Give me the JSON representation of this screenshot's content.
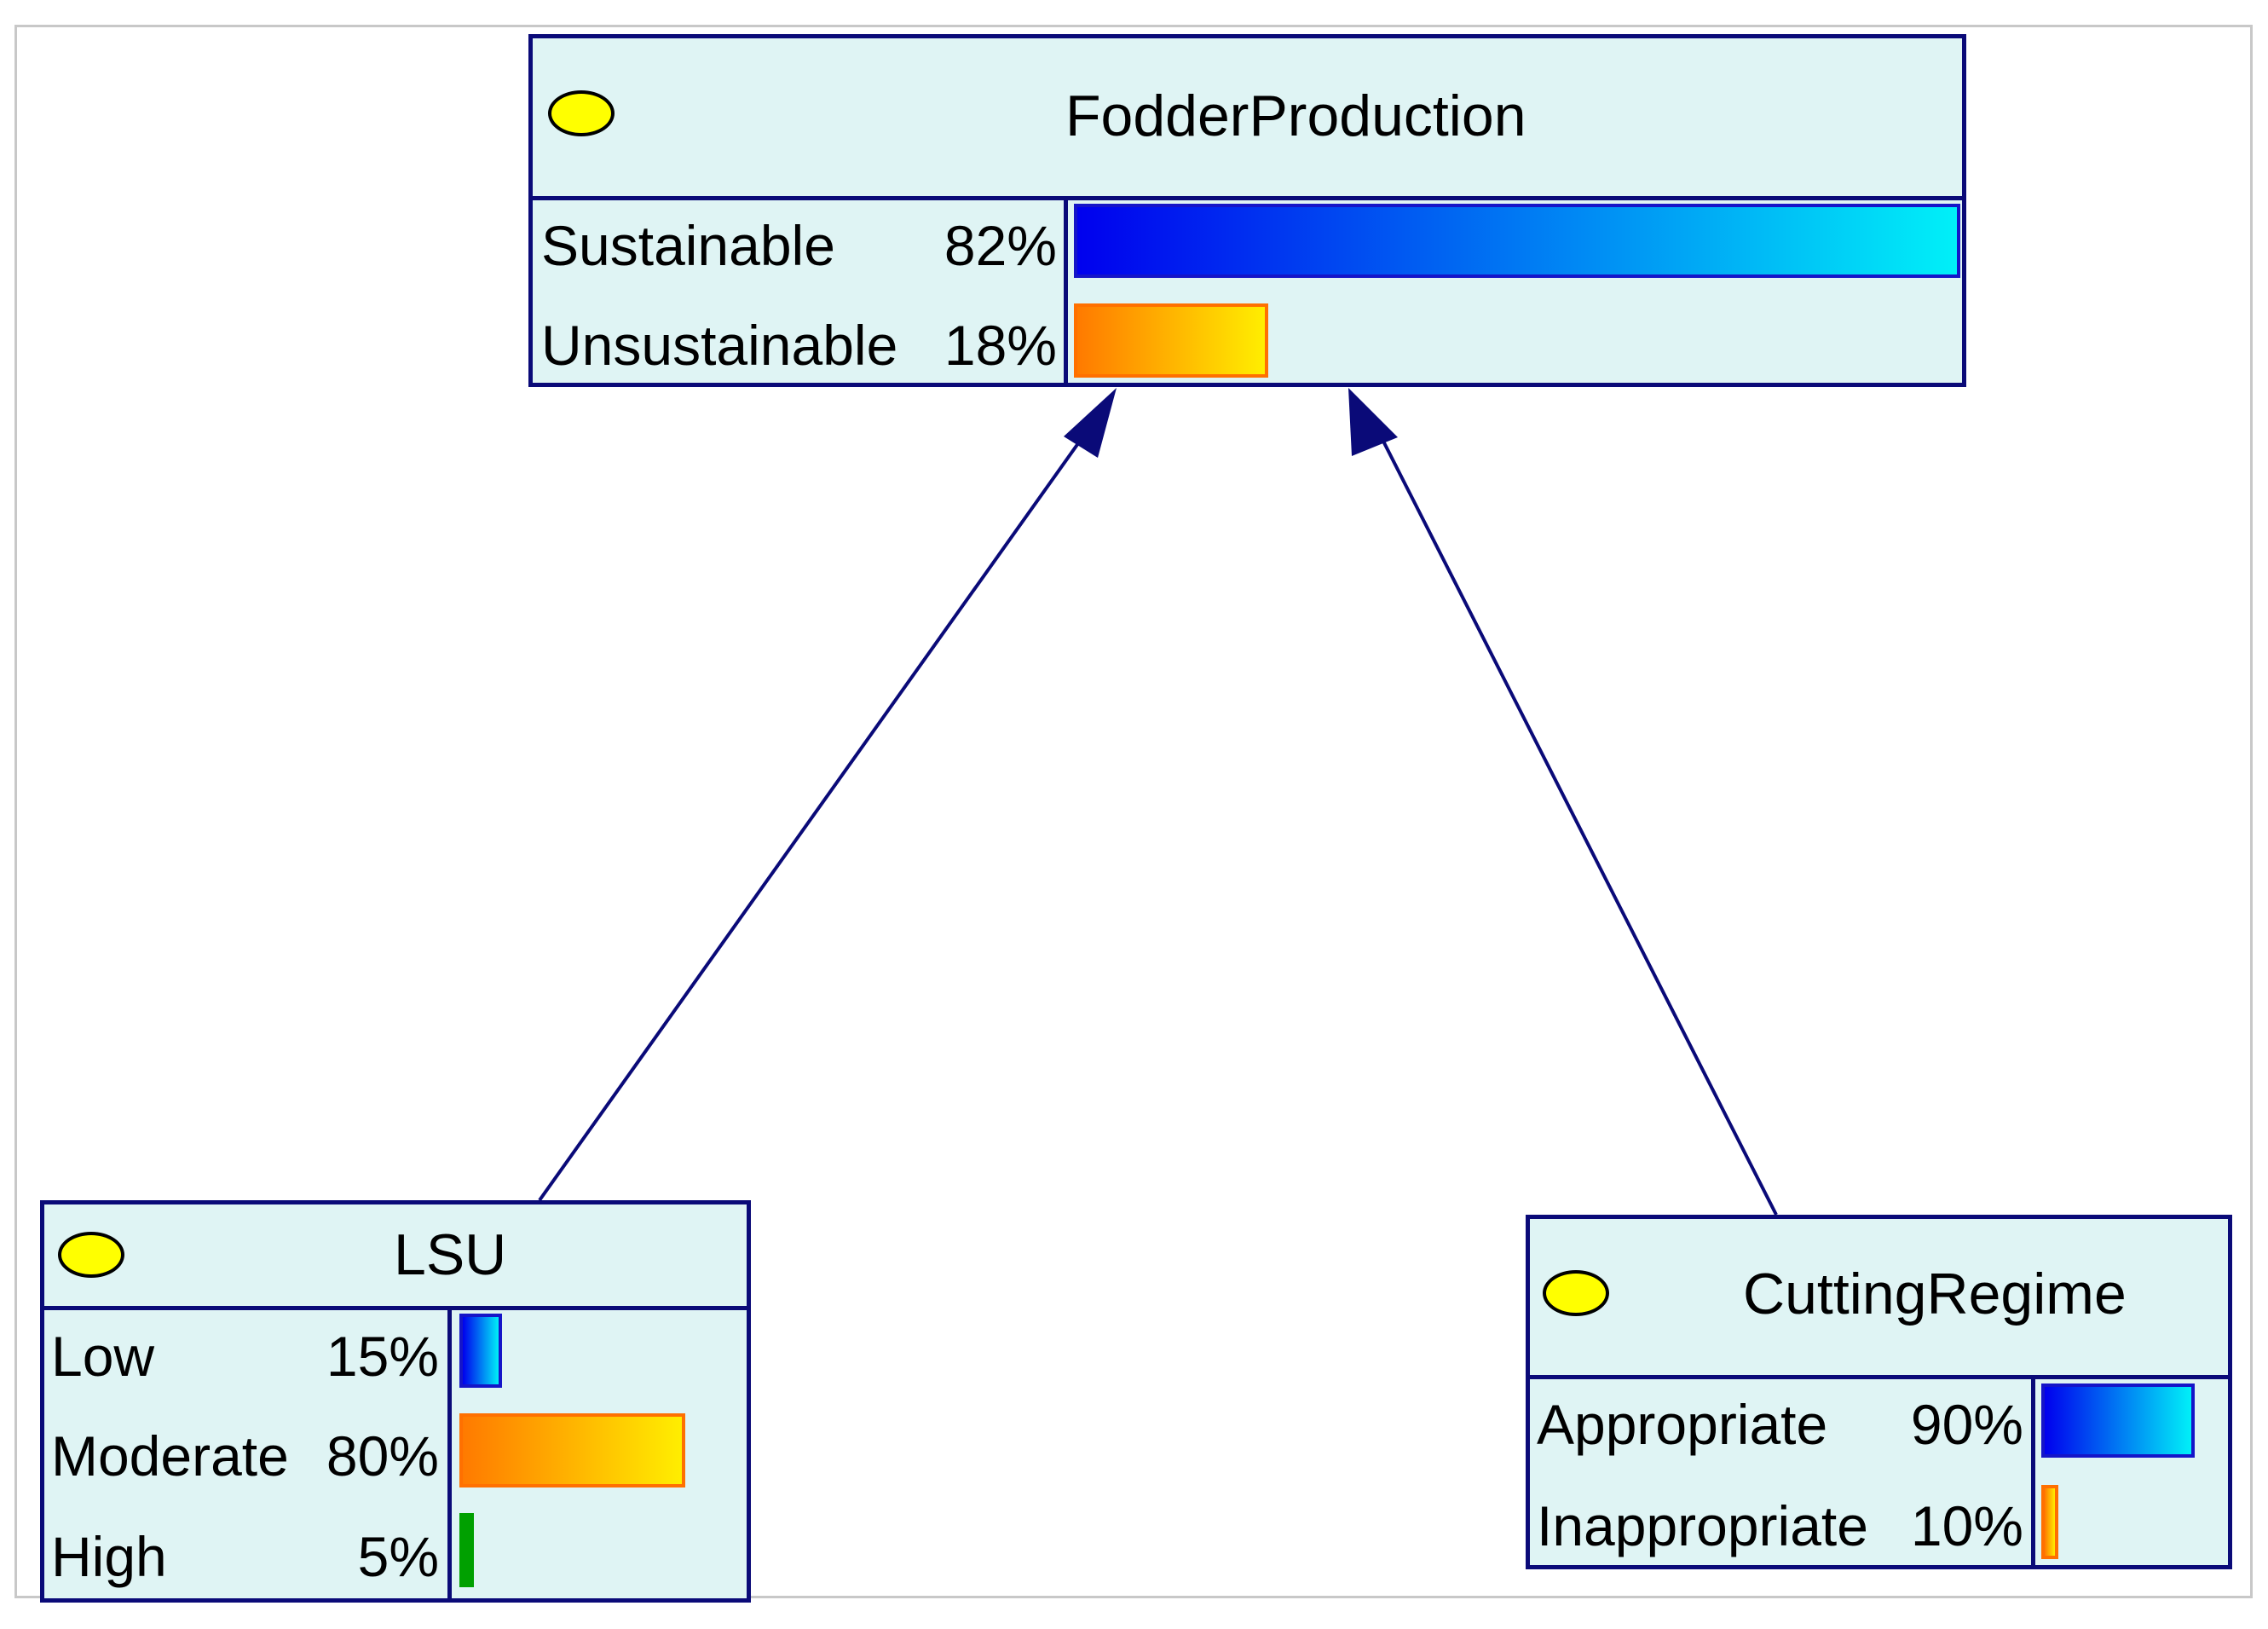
{
  "nodes": {
    "fodder": {
      "title": "FodderProduction",
      "states": [
        {
          "label": "Sustainable",
          "percent": "82%",
          "value": 82
        },
        {
          "label": "Unsustainable",
          "percent": "18%",
          "value": 18
        }
      ]
    },
    "lsu": {
      "title": "LSU",
      "states": [
        {
          "label": "Low",
          "percent": "15%",
          "value": 15
        },
        {
          "label": "Moderate",
          "percent": "80%",
          "value": 80
        },
        {
          "label": "High",
          "percent": "5%",
          "value": 5
        }
      ]
    },
    "cutting": {
      "title": "CuttingRegime",
      "states": [
        {
          "label": "Appropriate",
          "percent": "90%",
          "value": 90
        },
        {
          "label": "Inappropriate",
          "percent": "10%",
          "value": 10
        }
      ]
    }
  },
  "colors": {
    "node_fill": "#dff4f4",
    "node_border": "#0a0a78",
    "edge": "#0a0a78",
    "bulb": "#ffff00",
    "bar_blue_start": "#0000ee",
    "bar_blue_end": "#00f0f8",
    "bar_orange_start": "#ff7a00",
    "bar_orange_end": "#ffee00",
    "bar_green": "#00a000"
  },
  "icons": {
    "node_status": "yellow-ellipse-icon",
    "edge_head": "arrowhead-icon"
  }
}
